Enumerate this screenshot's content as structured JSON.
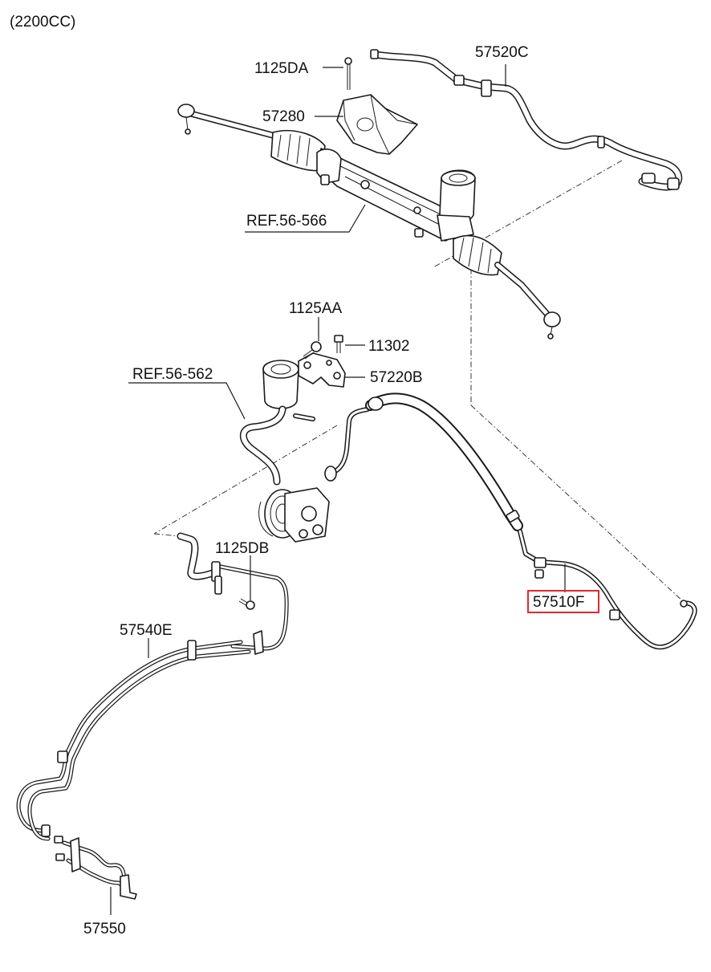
{
  "title": "(2200CC)",
  "parts": {
    "p1125DA": "1125DA",
    "p57520C": "57520C",
    "p57280": "57280",
    "ref56566": "REF.56-566",
    "p1125AA": "1125AA",
    "p11302": "11302",
    "ref56562": "REF.56-562",
    "p57220B": "57220B",
    "p1125DB": "1125DB",
    "p57510F": "57510F",
    "p57540E": "57540E",
    "p57550": "57550"
  },
  "highlight": {
    "part": "57510F",
    "color": "#e0282e"
  },
  "colors": {
    "line": "#1a1a1a",
    "background": "#ffffff"
  }
}
